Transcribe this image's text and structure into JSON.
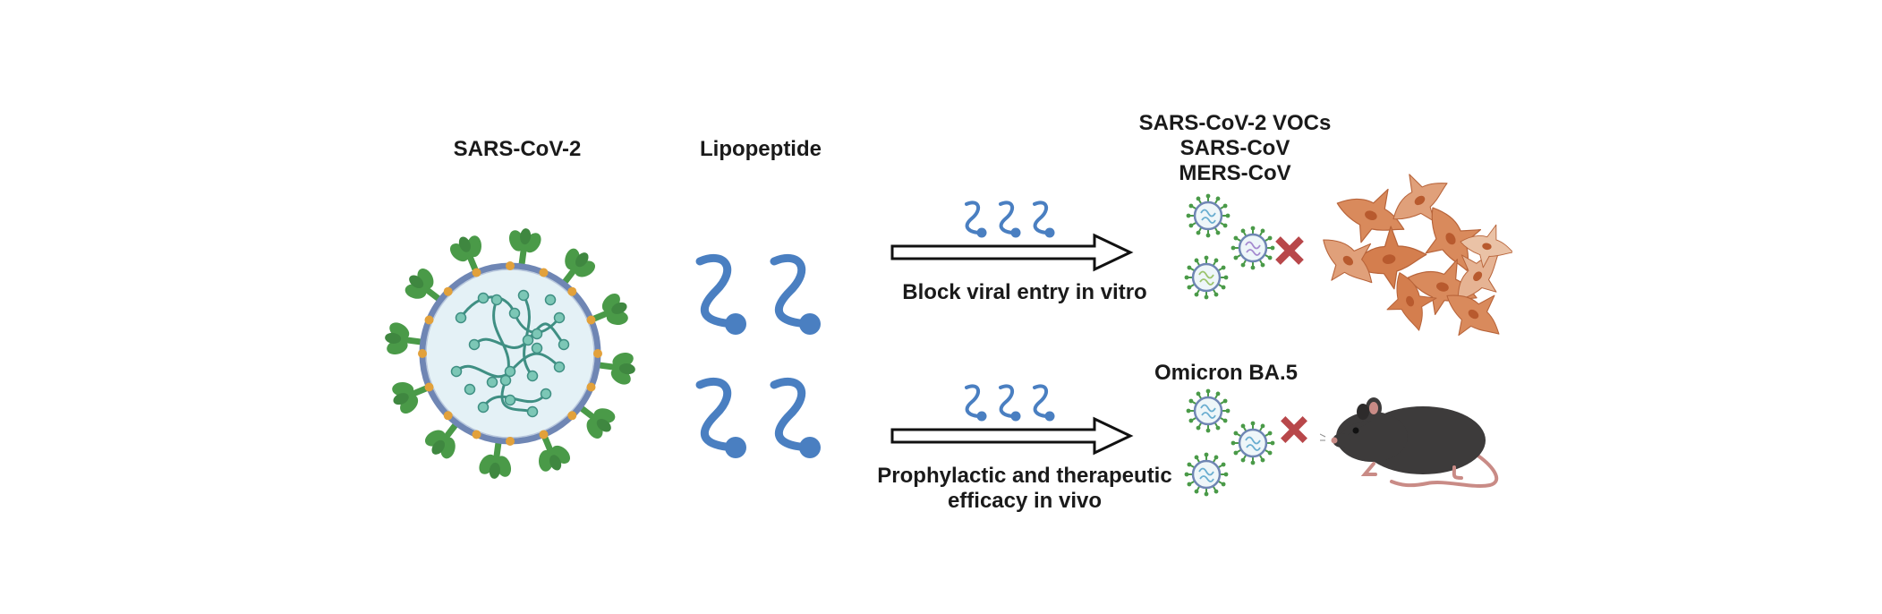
{
  "labels": {
    "virus": "SARS-CoV-2",
    "lipopeptide": "Lipopeptide",
    "targets_line1": "SARS-CoV-2 VOCs",
    "targets_line2": "SARS-CoV",
    "targets_line3": "MERS-CoV",
    "invitro": "Block viral entry in vitro",
    "omicron": "Omicron BA.5",
    "invivo_line1": "Prophylactic and therapeutic",
    "invivo_line2": "efficacy in vivo"
  },
  "icons": [
    "coronavirus-icon",
    "lipopeptide-icon",
    "arrow-right-icon",
    "virus-particle-icon",
    "blocked-x-icon",
    "cell-cluster-icon",
    "mouse-icon"
  ],
  "colors": {
    "spike_green": "#4a9a48",
    "envelope": "#6f86b4",
    "virus_fill": "#e4f1f6",
    "rna": "#3f8f83",
    "lipopeptide_blue": "#4a7fc1",
    "cross_red": "#b8474a",
    "cell_orange": "#d98a5c",
    "mouse": "#3d3b3b"
  }
}
